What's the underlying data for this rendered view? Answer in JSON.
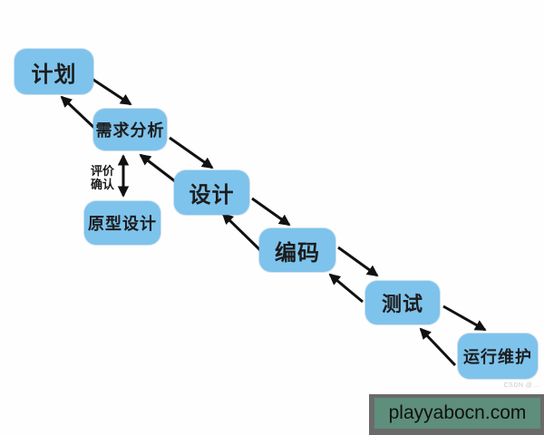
{
  "diagram": {
    "type": "flowchart",
    "description": "Software development lifecycle waterfall flow with prototyping loop",
    "node_fill": "#7ec3ec",
    "arrow_color": "#111111",
    "nodes": [
      {
        "id": "plan",
        "label": "计划"
      },
      {
        "id": "requirements-analysis",
        "label": "需求分析"
      },
      {
        "id": "design",
        "label": "设计"
      },
      {
        "id": "prototype-design",
        "label": "原型设计"
      },
      {
        "id": "coding",
        "label": "编码"
      },
      {
        "id": "testing",
        "label": "测试"
      },
      {
        "id": "operation-maintenance",
        "label": "运行维护"
      }
    ],
    "edges": [
      {
        "from": "plan",
        "to": "requirements-analysis",
        "style": "two-single-arrows-both-directions"
      },
      {
        "from": "requirements-analysis",
        "to": "prototype-design",
        "style": "double-headed-vertical",
        "label": "评价确认"
      },
      {
        "from": "requirements-analysis",
        "to": "design",
        "style": "two-single-arrows-both-directions"
      },
      {
        "from": "design",
        "to": "coding",
        "style": "two-single-arrows-both-directions"
      },
      {
        "from": "coding",
        "to": "testing",
        "style": "two-single-arrows-both-directions"
      },
      {
        "from": "testing",
        "to": "operation-maintenance",
        "style": "two-single-arrows-both-directions"
      }
    ],
    "edge_label": {
      "line1": "评价",
      "line2": "确认"
    }
  },
  "watermarks": {
    "csdn_text": "CSDN @…",
    "banner_text": "playyabocn.com",
    "banner_bg": "#5e8e7c",
    "banner_frame": "#6a6a6a"
  }
}
